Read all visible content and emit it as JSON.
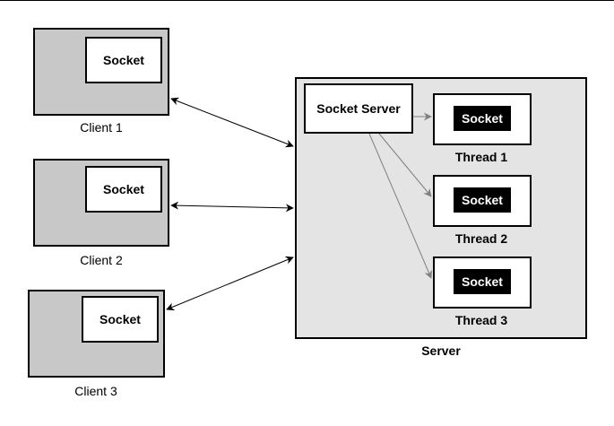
{
  "clients": [
    {
      "socket_label": "Socket",
      "name": "Client 1"
    },
    {
      "socket_label": "Socket",
      "name": "Client 2"
    },
    {
      "socket_label": "Socket",
      "name": "Client 3"
    }
  ],
  "server": {
    "name": "Server",
    "socket_server_label": "Socket Server",
    "threads": [
      {
        "socket_label": "Socket",
        "name": "Thread 1"
      },
      {
        "socket_label": "Socket",
        "name": "Thread 2"
      },
      {
        "socket_label": "Socket",
        "name": "Thread 3"
      }
    ]
  },
  "colors": {
    "client_fill": "#c8c8c8",
    "server_fill": "#e4e4e4",
    "thread_socket_fill": "#000000",
    "bidirectional_arrow": "#000000",
    "dispatch_arrow": "#808080"
  }
}
